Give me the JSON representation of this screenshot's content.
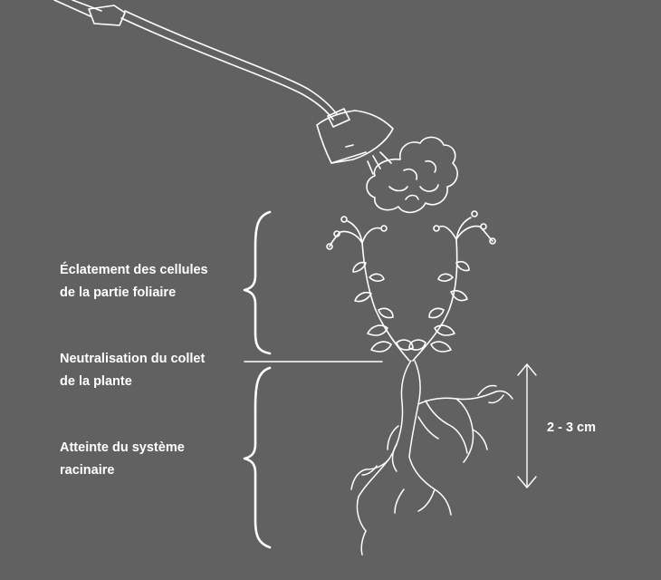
{
  "labels": {
    "foliar": {
      "line1": "Éclatement des cellules",
      "line2": "de la partie foliaire"
    },
    "collar": {
      "line1": "Neutralisation du collet",
      "line2": "de la plante"
    },
    "root": {
      "line1": "Atteinte du système",
      "line2": "racinaire"
    }
  },
  "depth": {
    "label": "2 - 3 cm"
  },
  "colors": {
    "background": "#616161",
    "foreground": "#ffffff"
  },
  "icons": [
    "steam-lance-icon",
    "steam-cloud-icon",
    "plant-icon",
    "roots-icon"
  ]
}
